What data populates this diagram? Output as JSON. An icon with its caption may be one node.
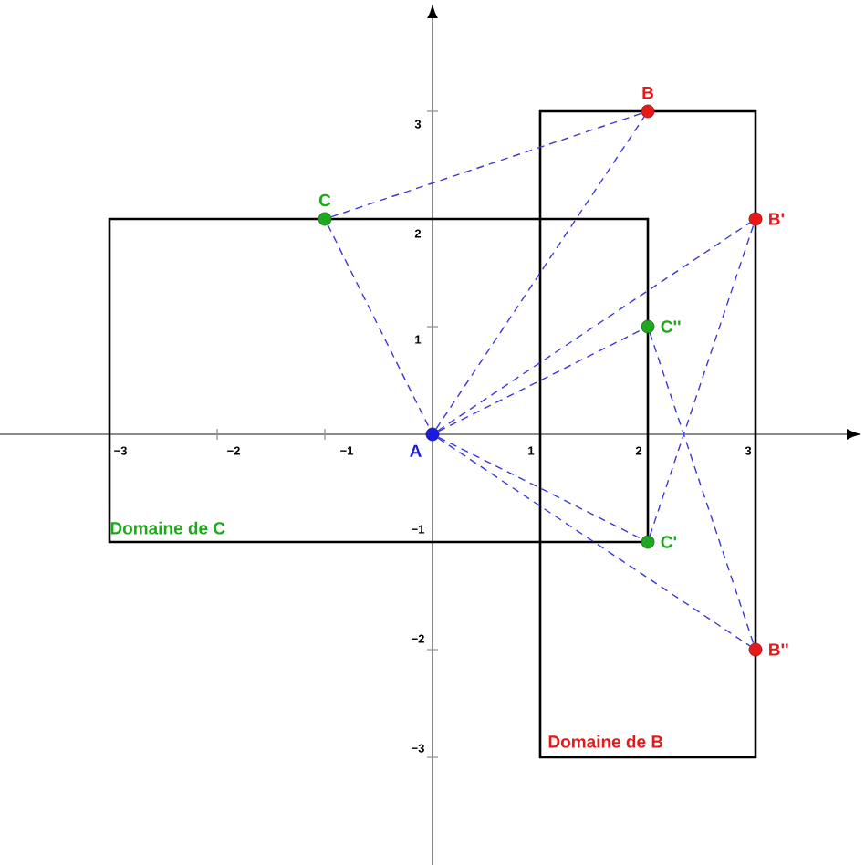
{
  "diagram": {
    "nodes": [
      {
        "text": [
          "B"
        ]
      },
      {
        "text": [
          "C"
        ]
      },
      {
        "text": [
          "B'"
        ]
      },
      {
        "text": [
          "C''"
        ]
      },
      {
        "text": [
          "A"
        ]
      },
      {
        "text": [
          "C'"
        ]
      },
      {
        "text": [
          "B''"
        ]
      }
    ],
    "edges": [
      {
        "from": 1,
        "to": 0,
        "arrow": "none",
        "style": "dashed"
      },
      {
        "from": 1,
        "to": 4,
        "arrow": "none",
        "style": "dashed"
      },
      {
        "from": 4,
        "to": 0,
        "arrow": "none",
        "style": "dashed"
      },
      {
        "from": 4,
        "to": 2,
        "arrow": "none",
        "style": "dashed"
      },
      {
        "from": 4,
        "to": 3,
        "arrow": "none",
        "style": "dashed"
      },
      {
        "from": 4,
        "to": 5,
        "arrow": "none",
        "style": "dashed"
      },
      {
        "from": 4,
        "to": 6,
        "arrow": "none",
        "style": "dashed"
      },
      {
        "from": 5,
        "to": 2,
        "arrow": "none",
        "style": "dashed"
      },
      {
        "from": 3,
        "to": 6,
        "arrow": "none",
        "style": "dashed"
      }
    ],
    "labels": [
      "−3",
      "−2",
      "−1",
      "1",
      "2",
      "3",
      "3",
      "2",
      "1",
      "−1",
      "−2",
      "−3",
      "Domaine de C",
      "Domaine de B"
    ]
  }
}
